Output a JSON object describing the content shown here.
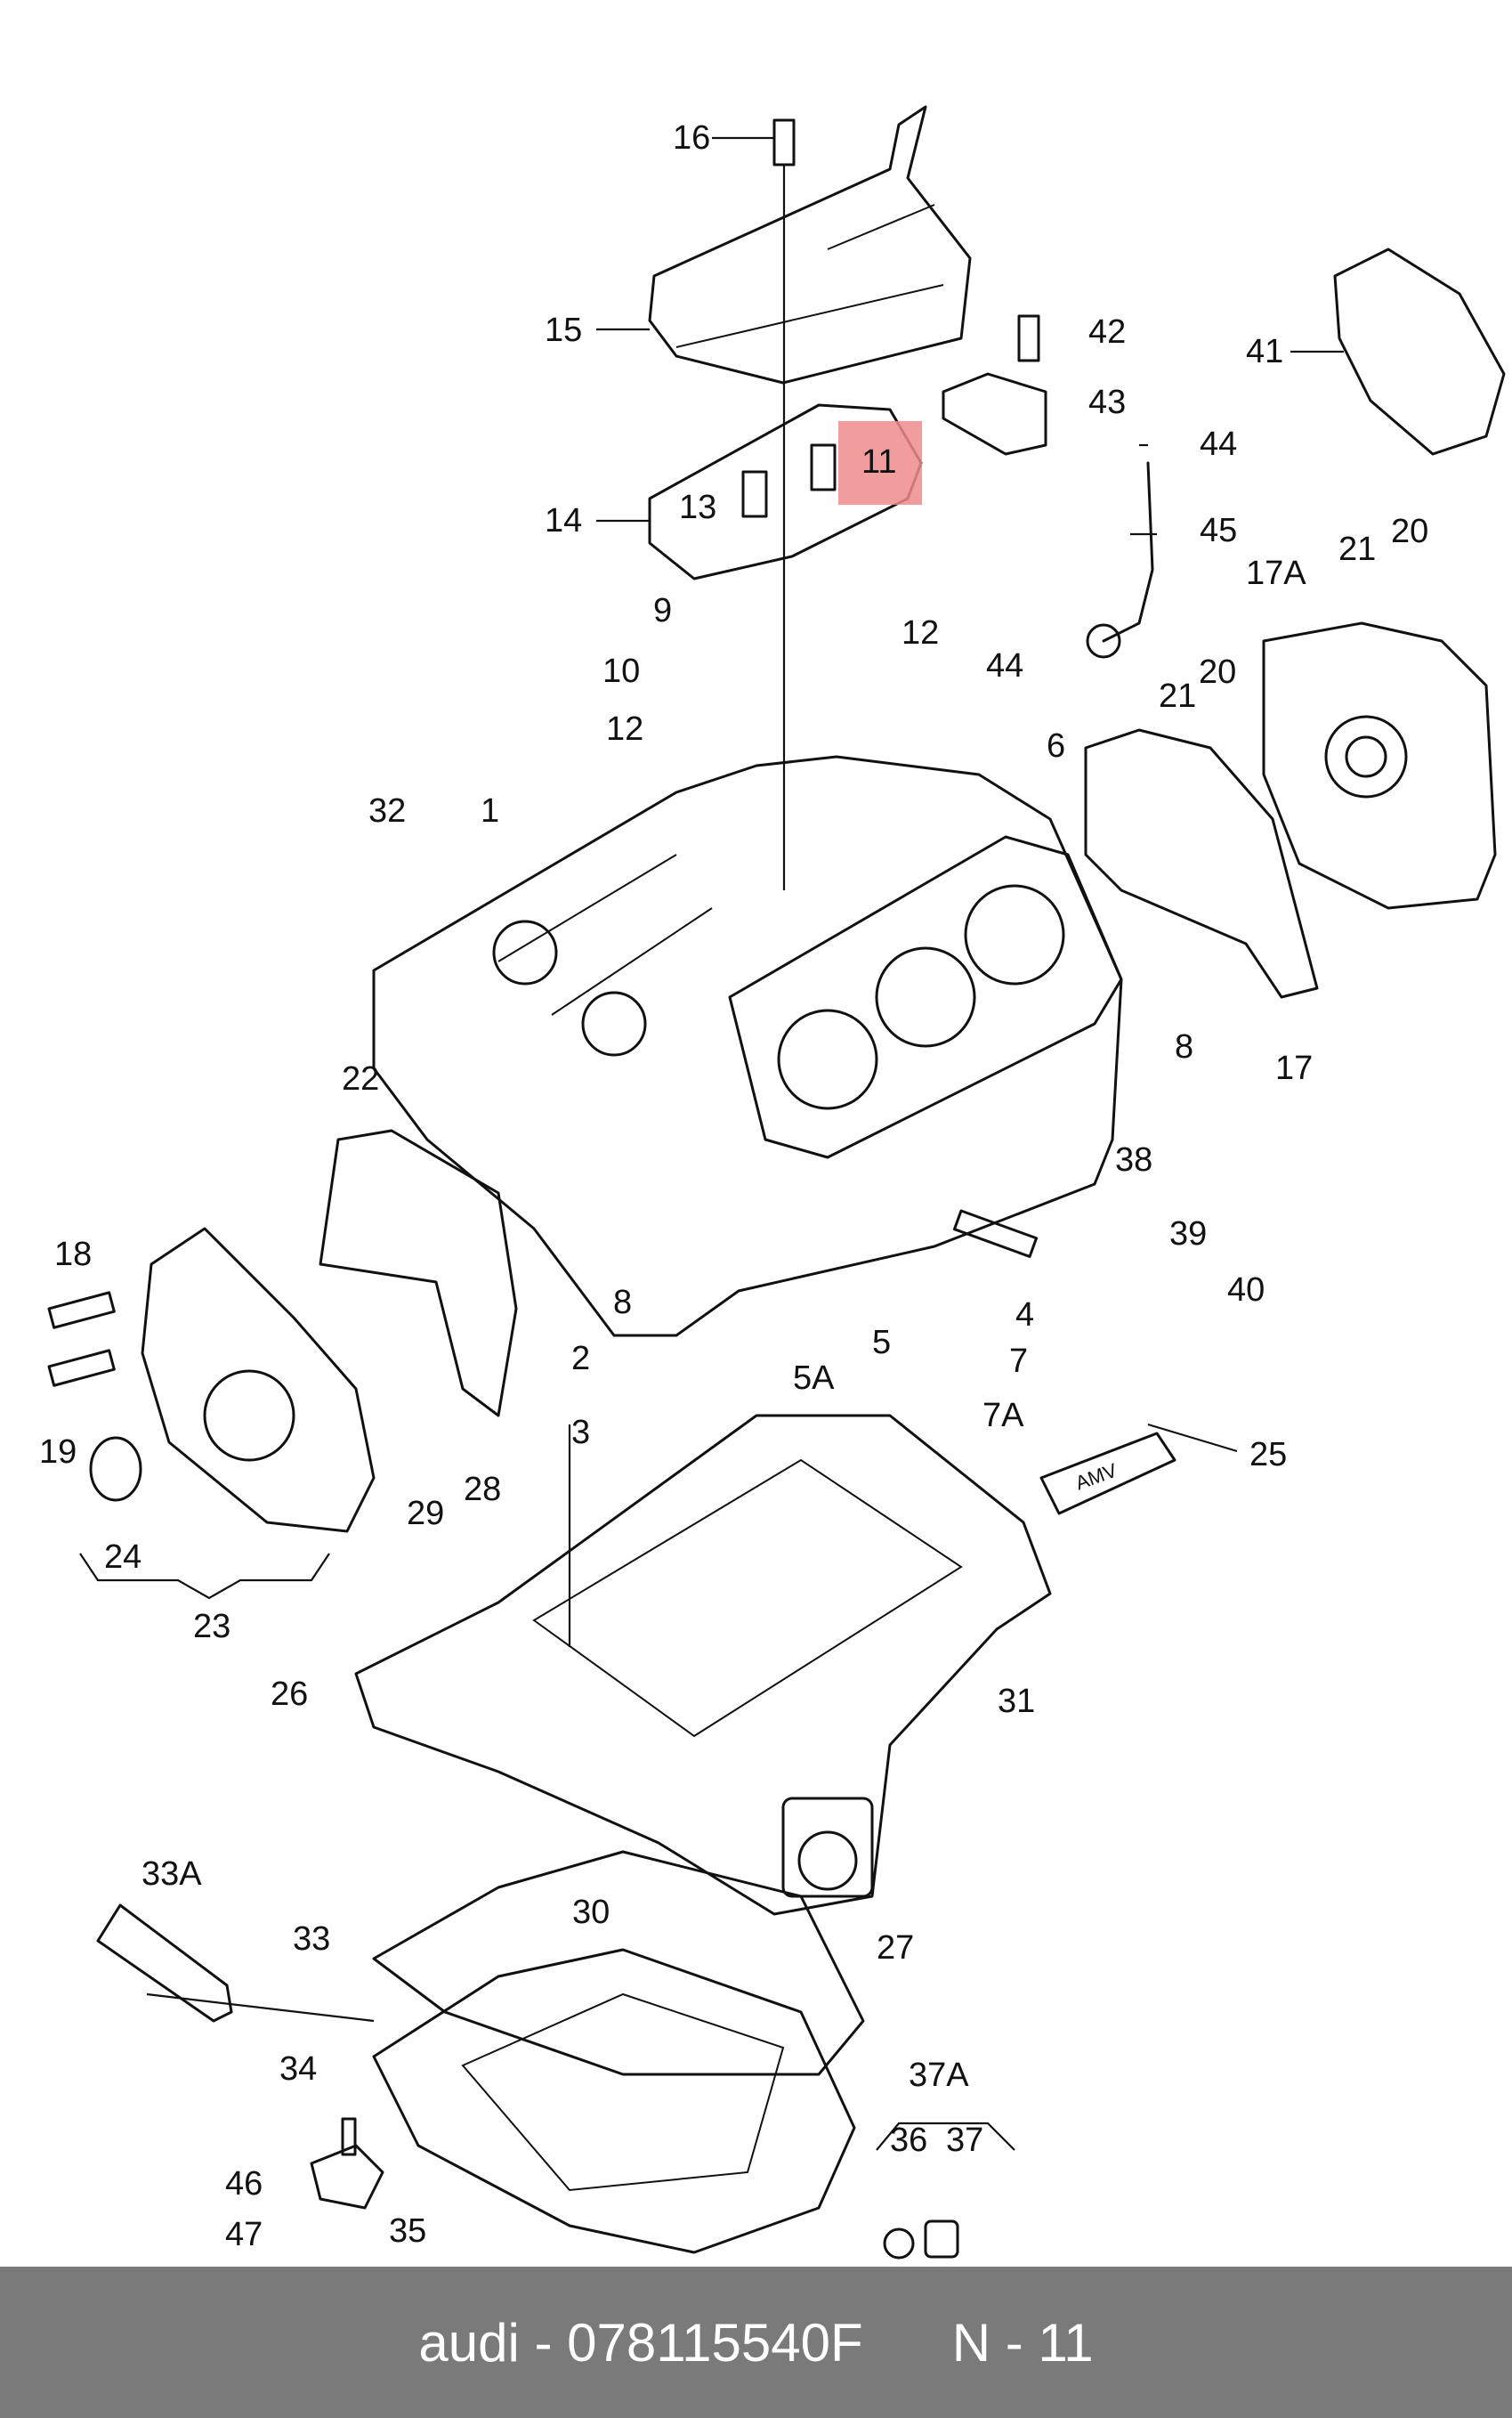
{
  "labels": [
    {
      "id": "16",
      "text": "16"
    },
    {
      "id": "15",
      "text": "15"
    },
    {
      "id": "14",
      "text": "14"
    },
    {
      "id": "13",
      "text": "13"
    },
    {
      "id": "11",
      "text": "11"
    },
    {
      "id": "9",
      "text": "9"
    },
    {
      "id": "10",
      "text": "10"
    },
    {
      "id": "12a",
      "text": "12"
    },
    {
      "id": "12b",
      "text": "12"
    },
    {
      "id": "42",
      "text": "42"
    },
    {
      "id": "43",
      "text": "43"
    },
    {
      "id": "44a",
      "text": "44"
    },
    {
      "id": "45",
      "text": "45"
    },
    {
      "id": "44b",
      "text": "44"
    },
    {
      "id": "41",
      "text": "41"
    },
    {
      "id": "17A",
      "text": "17A"
    },
    {
      "id": "21a",
      "text": "21"
    },
    {
      "id": "20a",
      "text": "20"
    },
    {
      "id": "21b",
      "text": "21"
    },
    {
      "id": "20b",
      "text": "20"
    },
    {
      "id": "6",
      "text": "6"
    },
    {
      "id": "32",
      "text": "32"
    },
    {
      "id": "1",
      "text": "1"
    },
    {
      "id": "8a",
      "text": "8"
    },
    {
      "id": "17",
      "text": "17"
    },
    {
      "id": "22",
      "text": "22"
    },
    {
      "id": "38",
      "text": "38"
    },
    {
      "id": "39",
      "text": "39"
    },
    {
      "id": "40",
      "text": "40"
    },
    {
      "id": "18",
      "text": "18"
    },
    {
      "id": "8b",
      "text": "8"
    },
    {
      "id": "4",
      "text": "4"
    },
    {
      "id": "5",
      "text": "5"
    },
    {
      "id": "2",
      "text": "2"
    },
    {
      "id": "7",
      "text": "7"
    },
    {
      "id": "5A",
      "text": "5A"
    },
    {
      "id": "19",
      "text": "19"
    },
    {
      "id": "7A",
      "text": "7A"
    },
    {
      "id": "3",
      "text": "3"
    },
    {
      "id": "25",
      "text": "25"
    },
    {
      "id": "24",
      "text": "24"
    },
    {
      "id": "29",
      "text": "29"
    },
    {
      "id": "28",
      "text": "28"
    },
    {
      "id": "23",
      "text": "23"
    },
    {
      "id": "26",
      "text": "26"
    },
    {
      "id": "31",
      "text": "31"
    },
    {
      "id": "33A",
      "text": "33A"
    },
    {
      "id": "30",
      "text": "30"
    },
    {
      "id": "33",
      "text": "33"
    },
    {
      "id": "27",
      "text": "27"
    },
    {
      "id": "34",
      "text": "34"
    },
    {
      "id": "37A",
      "text": "37A"
    },
    {
      "id": "36",
      "text": "36"
    },
    {
      "id": "37",
      "text": "37"
    },
    {
      "id": "46",
      "text": "46"
    },
    {
      "id": "35",
      "text": "35"
    },
    {
      "id": "47",
      "text": "47"
    }
  ],
  "tube_text": "AMV",
  "footer": {
    "brand": "audi",
    "separator": "-",
    "part_number": "078115540F",
    "position_ref": "N - 11"
  },
  "highlighted_label": "11",
  "colors": {
    "highlight": "#f08c8c",
    "footer_bg": "#7a7a7a",
    "footer_text": "#ffffff"
  }
}
